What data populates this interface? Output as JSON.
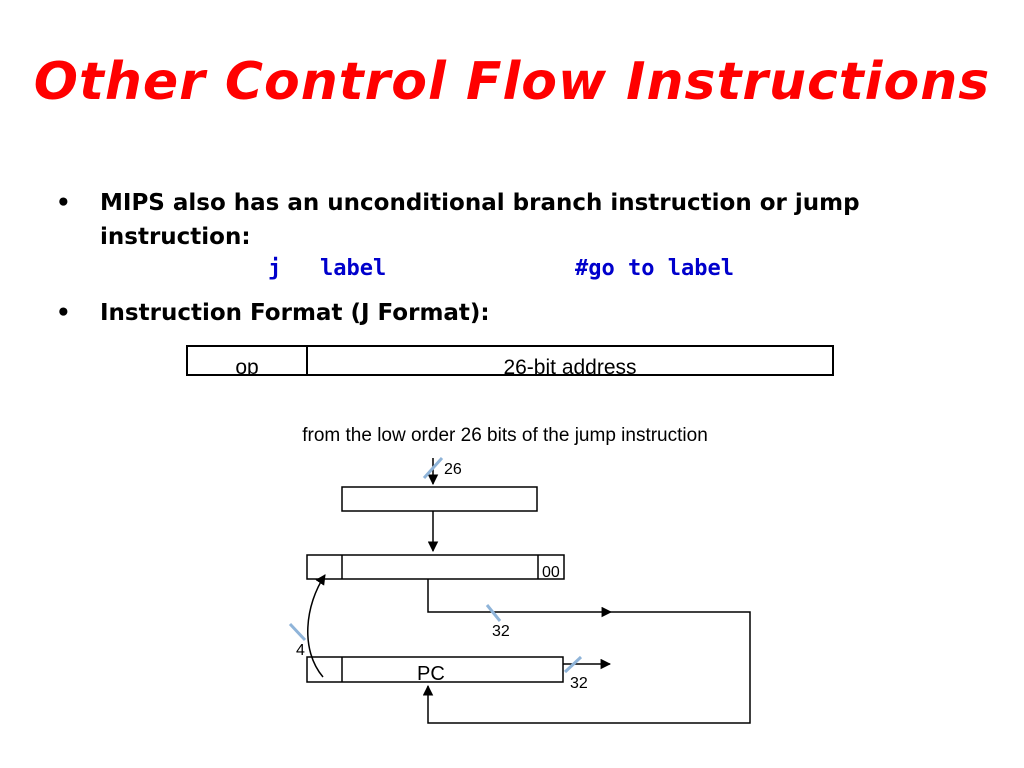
{
  "title": "Other Control Flow Instructions",
  "bullets": [
    {
      "line1": "MIPS also has an unconditional branch instruction or jump",
      "line2": "instruction:"
    },
    {
      "line1": "Instruction Format (J Format):"
    }
  ],
  "code": {
    "op": "j",
    "arg": "label",
    "comment": "#go to label"
  },
  "format_fields": [
    "op",
    "26-bit address"
  ],
  "diagram": {
    "caption": "from the low order 26 bits of the jump instruction",
    "width_26": "26",
    "suffix_00": "00",
    "width_32_mid": "32",
    "width_32_out": "32",
    "const_4": "4",
    "pc_label": "PC"
  },
  "colors": {
    "title": "#ff0000",
    "code": "#0000cc",
    "tick": "#8fb4d9"
  }
}
